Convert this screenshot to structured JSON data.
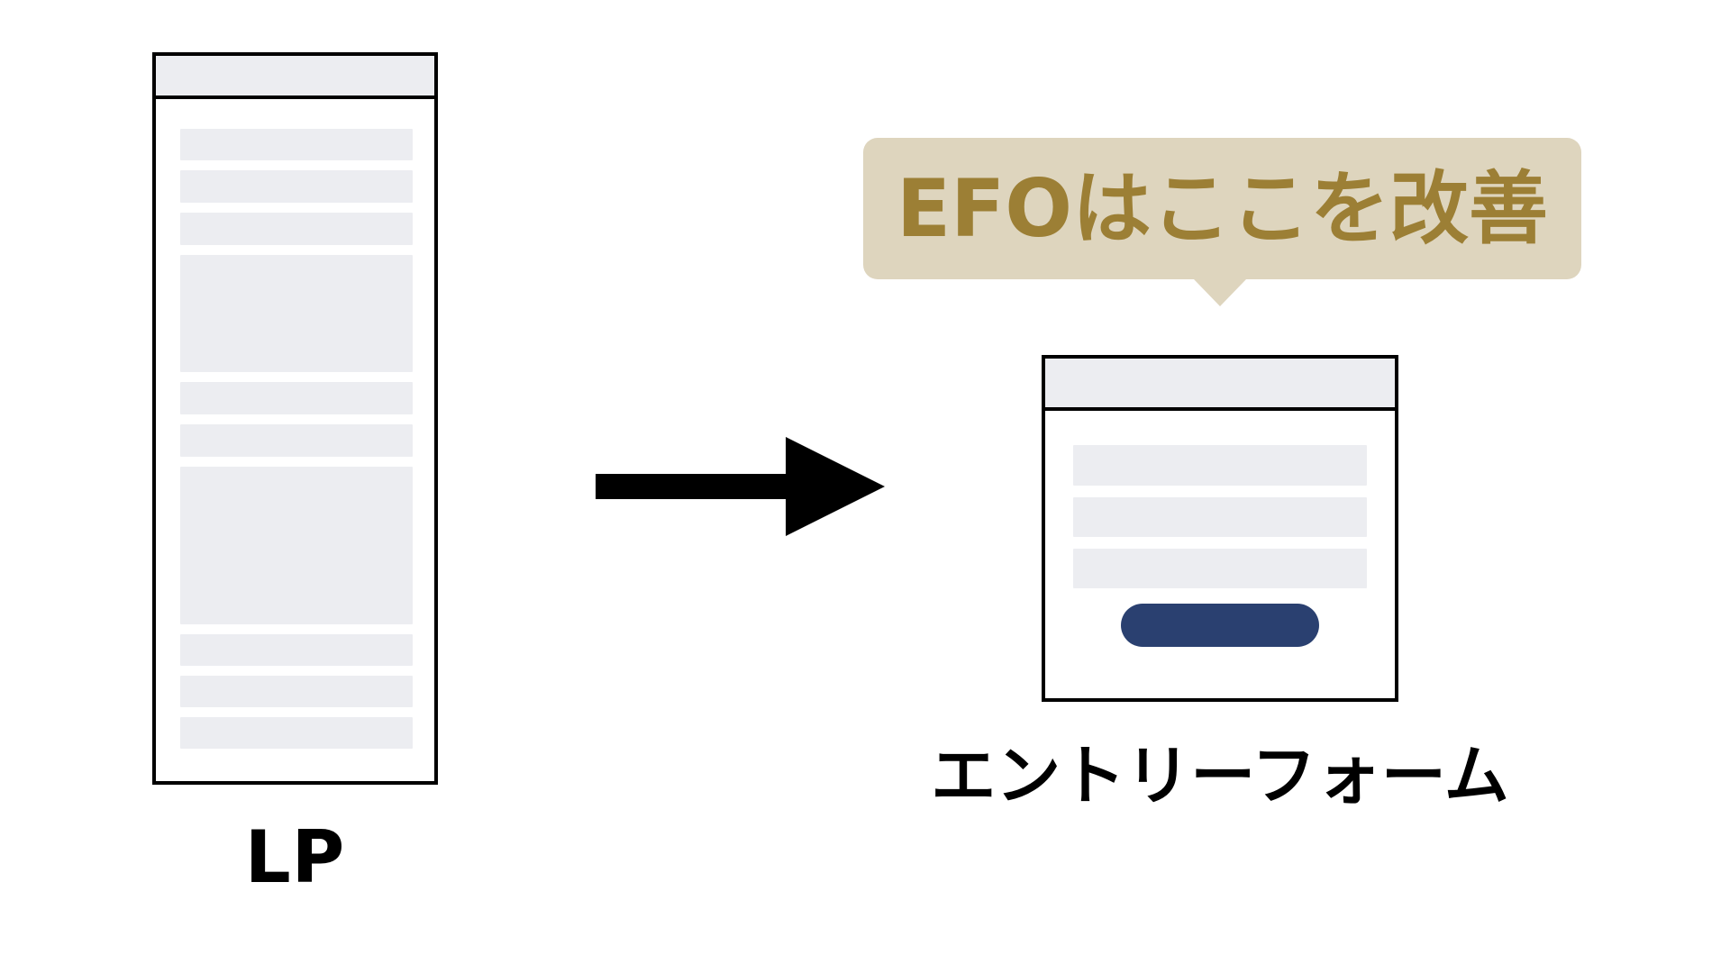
{
  "colors": {
    "background": "#FFFFFF",
    "outline": "#000000",
    "placeholder_gray": "#ECEDF1",
    "callout_bg": "#DED5BE",
    "callout_text": "#9C7F35",
    "button_navy": "#2A4070",
    "label_text": "#000000"
  },
  "lp_wireframe": {
    "label": "LP",
    "bars": [
      {
        "h": 35
      },
      {
        "h": 36
      },
      {
        "h": 36
      },
      {
        "h": 130
      },
      {
        "h": 36
      },
      {
        "h": 36
      },
      {
        "h": 175
      },
      {
        "h": 35
      },
      {
        "h": 35
      },
      {
        "h": 35
      }
    ]
  },
  "arrow": {
    "icon": "arrow-right-icon"
  },
  "callout": {
    "text": "EFOはここを改善"
  },
  "entry_form": {
    "label": "エントリーフォーム",
    "bars": [
      {
        "h": 45
      },
      {
        "h": 44
      },
      {
        "h": 44
      }
    ],
    "button": {
      "shape": "pill"
    }
  }
}
